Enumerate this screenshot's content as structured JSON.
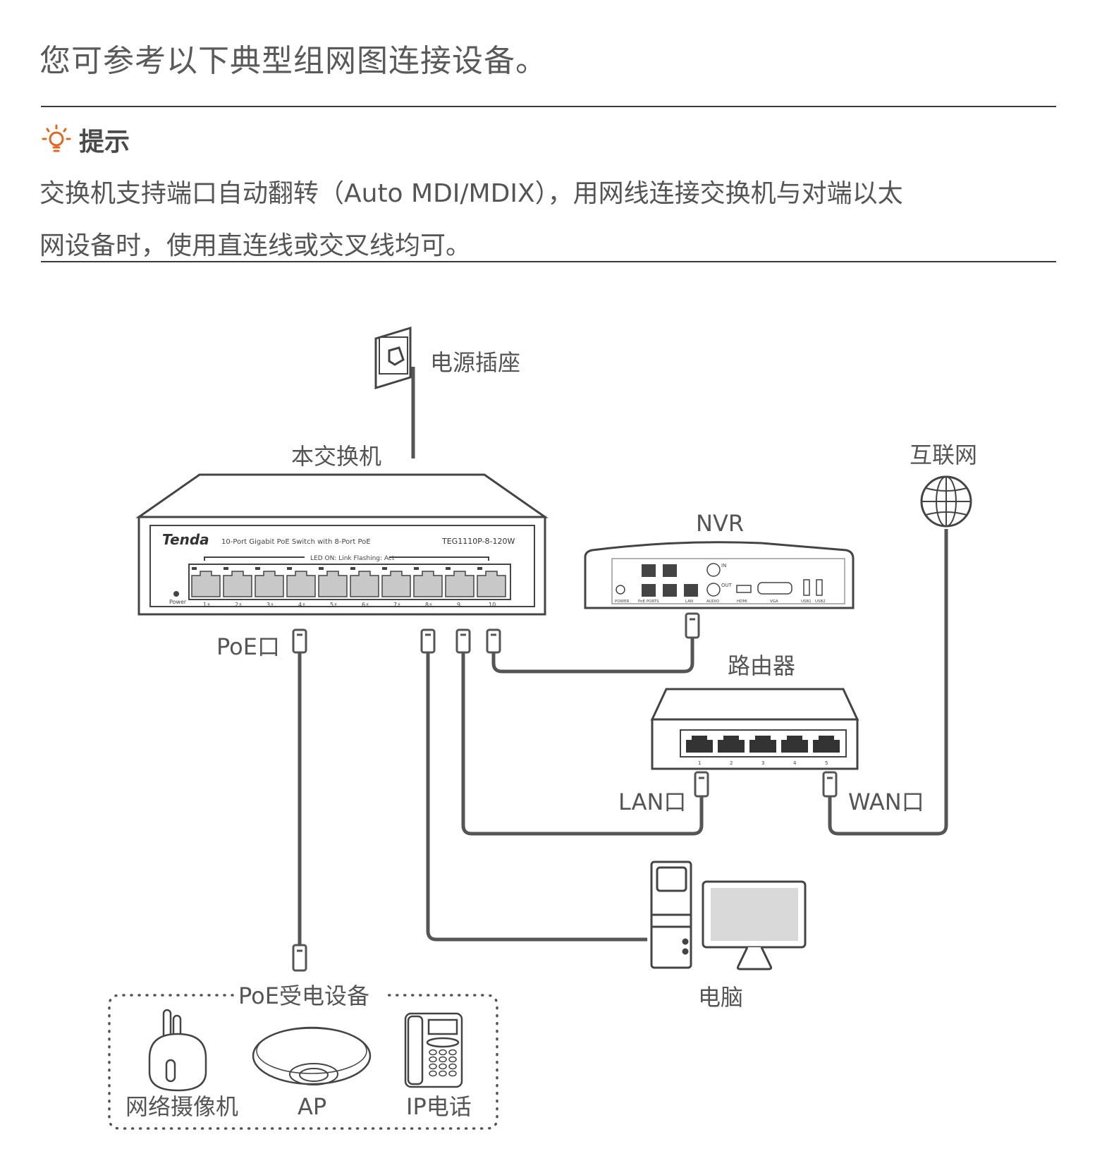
{
  "intro": "您可参考以下典型组网图连接设备。",
  "tip": {
    "icon": "lightbulb-icon",
    "title": "提示",
    "body_line1": "交换机支持端口自动翻转（Auto  MDI/MDIX），用网线连接交换机与对端以太",
    "body_line2": "网设备时，使用直连线或交叉线均可。",
    "accent_color": "#e0691f"
  },
  "diagram": {
    "power_outlet_label": "电源插座",
    "switch_label": "本交换机",
    "switch_brand": "Tenda",
    "switch_desc": "10-Port Gigabit PoE Switch with 8-Port PoE",
    "switch_model": "TEG1110P-8-120W",
    "switch_led_legend": "LED ON: Link  Flashing: Act",
    "switch_power_label": "Power",
    "switch_ports": [
      "1⚡",
      "2⚡",
      "3⚡",
      "4⚡",
      "5⚡",
      "6⚡",
      "7⚡",
      "8⚡",
      "9",
      "10"
    ],
    "poe_port_label": "PoE口",
    "nvr_label": "NVR",
    "nvr_port_labels": [
      "POWER",
      "PoE PORTS",
      "LAN",
      "AUDIO",
      "HDMI",
      "VGA",
      "USB1",
      "USB2"
    ],
    "nvr_in": "IN",
    "nvr_out": "OUT",
    "internet_label": "互联网",
    "router_label": "路由器",
    "router_ports": [
      "1",
      "2",
      "3",
      "4",
      "5"
    ],
    "lan_port_label": "LAN口",
    "wan_port_label": "WAN口",
    "pc_label": "电脑",
    "poe_devices_group_label": "PoE受电设备",
    "poe_devices": [
      "网络摄像机",
      "AP",
      "IP电话"
    ],
    "line_color": "#555555"
  }
}
